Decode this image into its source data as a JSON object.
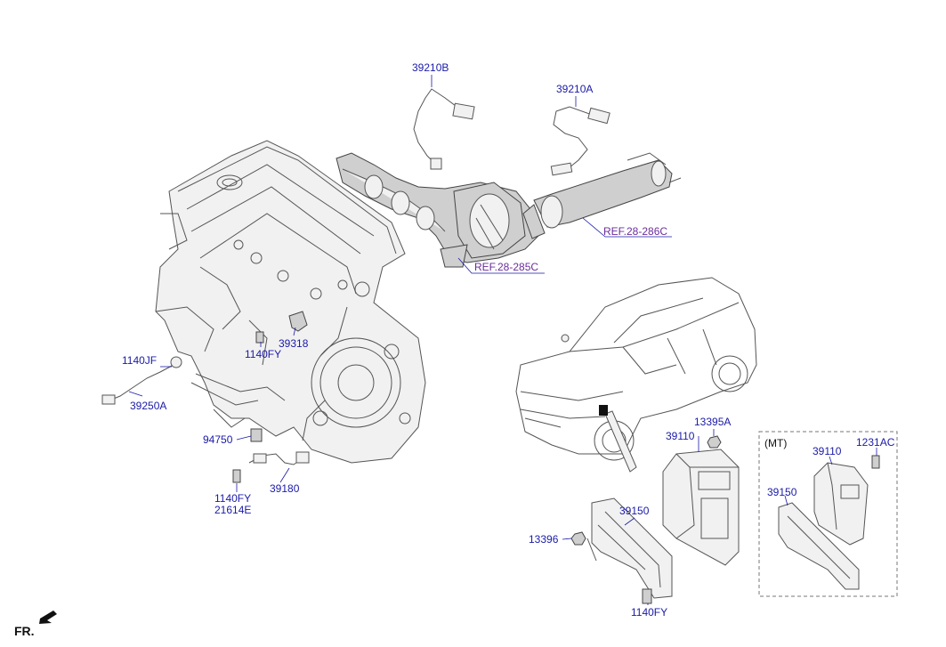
{
  "labels": {
    "p39210B": "39210B",
    "p39210A": "39210A",
    "ref285": "REF.28-285C",
    "ref286": "REF.28-286C",
    "p1140JF": "1140JF",
    "p39250A": "39250A",
    "p1140FY_a": "1140FY",
    "p39318": "39318",
    "p94750": "94750",
    "p1140FY_b": "1140FY",
    "p21614E": "21614E",
    "p39180": "39180",
    "p13395A": "13395A",
    "p39110_a": "39110",
    "p39150_a": "39150",
    "p13396": "13396",
    "p1140FY_c": "1140FY",
    "mt": "(MT)",
    "p39110_b": "39110",
    "p1231AC": "1231AC",
    "p39150_b": "39150",
    "fr": "FR."
  }
}
